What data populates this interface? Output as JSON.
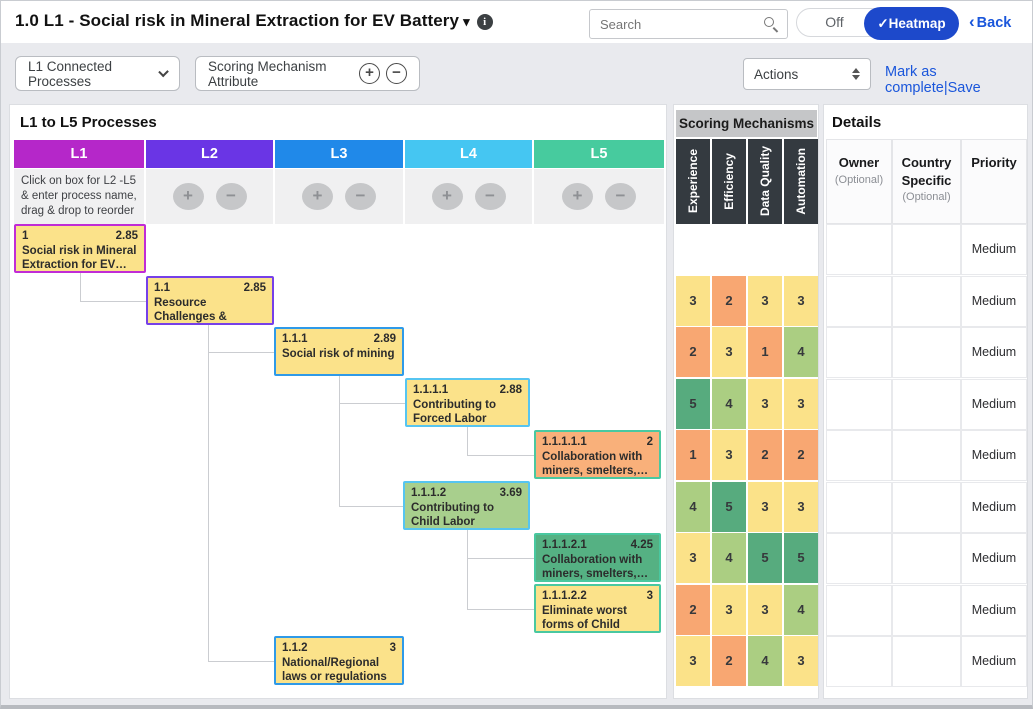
{
  "icons": {
    "caret_down": "▾",
    "info": "i",
    "plus": "+",
    "minus": "−",
    "check": "✓",
    "back_chevron": "‹",
    "pipe": "|"
  },
  "header": {
    "title": "1.0 L1 - Social risk in Mineral Extraction for EV Battery",
    "search_placeholder": "Search",
    "toggle_off_label": "Off",
    "toggle_on_label": "Heatmap",
    "back_label": "Back"
  },
  "toolbar": {
    "connected_label": "L1 Connected Processes",
    "scoring_attr_label": "Scoring Mechanism Attribute",
    "actions_label": "Actions",
    "mark_complete_label": "Mark as complete",
    "save_label": "Save"
  },
  "process_panel": {
    "title": "L1 to L5 Processes",
    "instruction": "Click on box for L2 -L5 & enter process name, drag & drop to reorder",
    "levels": [
      {
        "label": "L1",
        "color": "#b527c9"
      },
      {
        "label": "L2",
        "color": "#6a35e5"
      },
      {
        "label": "L3",
        "color": "#2089e9"
      },
      {
        "label": "L4",
        "color": "#45c6f2"
      },
      {
        "label": "L5",
        "color": "#47cb9e"
      }
    ]
  },
  "tree": {
    "boxes": [
      {
        "id": "1",
        "score": "2.85",
        "label": "Social risk in Mineral Extraction for EV…",
        "bg": "#fbe28a",
        "border": "#c02bd6"
      },
      {
        "id": "1.1",
        "score": "2.85",
        "label": "Resource Challenges & Supply-chain risk",
        "bg": "#fbe28a",
        "border": "#7640e8"
      },
      {
        "id": "1.1.1",
        "score": "2.89",
        "label": "Social risk of mining",
        "bg": "#fbe28a",
        "border": "#2f9ae8"
      },
      {
        "id": "1.1.1.1",
        "score": "2.88",
        "label": "Contributing to Forced Labor",
        "bg": "#fbe28a",
        "border": "#56c5f1"
      },
      {
        "id": "1.1.1.1.1",
        "score": "2",
        "label": "Collaboration with miners, smelters,…",
        "bg": "#f9b07a",
        "border": "#49c8a0"
      },
      {
        "id": "1.1.1.2",
        "score": "3.69",
        "label": "Contributing to Child Labor",
        "bg": "#a8cf8d",
        "border": "#56c5f1"
      },
      {
        "id": "1.1.1.2.1",
        "score": "4.25",
        "label": "Collaboration with miners, smelters,…",
        "bg": "#55b183",
        "border": "#49c8a0"
      },
      {
        "id": "1.1.1.2.2",
        "score": "3",
        "label": "Eliminate worst forms of Child Lab…",
        "bg": "#fbe28a",
        "border": "#49c8a0"
      },
      {
        "id": "1.1.2",
        "score": "3",
        "label": "National/Regional laws or regulations",
        "bg": "#fbe28a",
        "border": "#2f9ae8"
      }
    ]
  },
  "scoring": {
    "title": "Scoring Mechanisms",
    "columns": [
      "Experience",
      "Efficiency",
      "Data Quality",
      "Automation"
    ],
    "header_bg": "#343a40",
    "value_colors": {
      "1": "#f8a772",
      "2": "#f8a772",
      "3": "#fbe289",
      "4": "#abce82",
      "5": "#57ab7e"
    },
    "rows": [
      [
        "",
        "",
        "",
        ""
      ],
      [
        "3",
        "2",
        "3",
        "3"
      ],
      [
        "2",
        "3",
        "1",
        "4"
      ],
      [
        "5",
        "4",
        "3",
        "3"
      ],
      [
        "1",
        "3",
        "2",
        "2"
      ],
      [
        "4",
        "5",
        "3",
        "3"
      ],
      [
        "3",
        "4",
        "5",
        "5"
      ],
      [
        "2",
        "3",
        "3",
        "4"
      ],
      [
        "3",
        "2",
        "4",
        "3"
      ]
    ]
  },
  "details": {
    "title": "Details",
    "columns": [
      {
        "name": "Owner",
        "note": "(Optional)"
      },
      {
        "name": "Country Specific",
        "note": "(Optional)"
      },
      {
        "name": "Priority",
        "note": ""
      }
    ],
    "rows": [
      {
        "owner": "",
        "country": "",
        "priority": "Medium"
      },
      {
        "owner": "",
        "country": "",
        "priority": "Medium"
      },
      {
        "owner": "",
        "country": "",
        "priority": "Medium"
      },
      {
        "owner": "",
        "country": "",
        "priority": "Medium"
      },
      {
        "owner": "",
        "country": "",
        "priority": "Medium"
      },
      {
        "owner": "",
        "country": "",
        "priority": "Medium"
      },
      {
        "owner": "",
        "country": "",
        "priority": "Medium"
      },
      {
        "owner": "",
        "country": "",
        "priority": "Medium"
      },
      {
        "owner": "",
        "country": "",
        "priority": "Medium"
      }
    ]
  }
}
